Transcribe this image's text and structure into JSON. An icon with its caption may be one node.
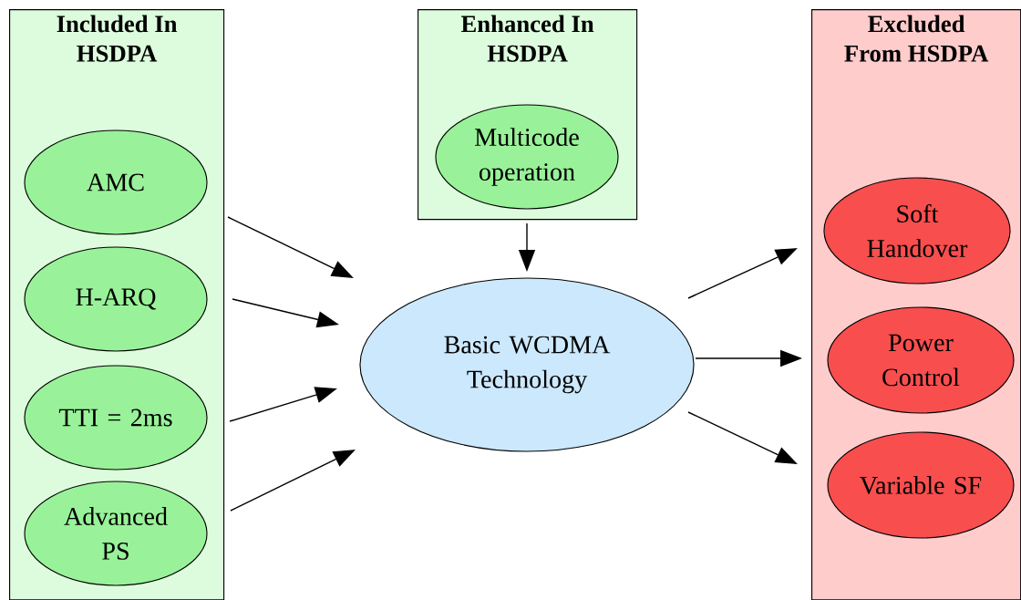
{
  "diagram": {
    "nodes": [
      {
        "text": [
          "Included In HSDPA"
        ]
      },
      {
        "text": [
          "AMC"
        ],
        "in": 0
      },
      {
        "text": [
          "H-ARQ"
        ],
        "in": 0
      },
      {
        "text": [
          "TTI = 2ms"
        ],
        "in": 0
      },
      {
        "text": [
          "Advanced PS"
        ],
        "in": 0
      },
      {
        "text": [
          "Enhanced In HSDPA"
        ]
      },
      {
        "text": [
          "Multicode operation"
        ],
        "in": 5
      },
      {
        "text": [
          "Basic WCDMA Technology"
        ]
      },
      {
        "text": [
          "Excluded From HSDPA"
        ]
      },
      {
        "text": [
          "Soft Handover"
        ],
        "in": 8
      },
      {
        "text": [
          "Power Control"
        ],
        "in": 8
      },
      {
        "text": [
          "Variable SF"
        ],
        "in": 8
      }
    ],
    "edges": [
      {
        "from": 1,
        "to": 7,
        "arrow": "to"
      },
      {
        "from": 2,
        "to": 7,
        "arrow": "to"
      },
      {
        "from": 3,
        "to": 7,
        "arrow": "to"
      },
      {
        "from": 4,
        "to": 7,
        "arrow": "to"
      },
      {
        "from": 6,
        "to": 7,
        "arrow": "to"
      },
      {
        "from": 7,
        "to": 9,
        "arrow": "to"
      },
      {
        "from": 7,
        "to": 10,
        "arrow": "to"
      },
      {
        "from": 7,
        "to": 11,
        "arrow": "to"
      }
    ]
  }
}
